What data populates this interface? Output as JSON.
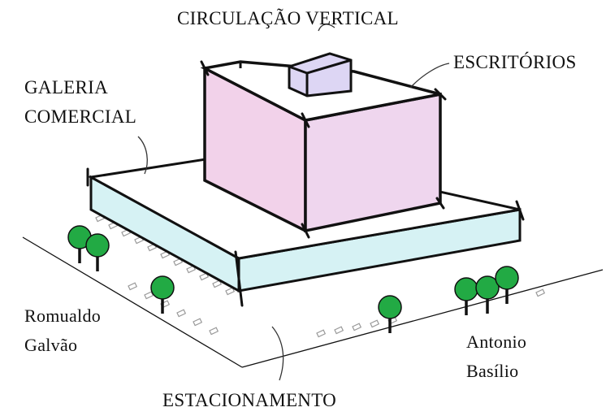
{
  "labels": {
    "circulacao": "CIRCULAÇÃO VERTICAL",
    "escritorios": "ESCRITÓRIOS",
    "galeria_line1": "GALERIA",
    "galeria_line2": "COMERCIAL",
    "estacionamento": "ESTACIONAMENTO"
  },
  "streets": {
    "romualdo_line1": "Romualdo",
    "romualdo_line2": "Galvão",
    "antonio_line1": "Antonio",
    "antonio_line2": "Basílio"
  },
  "colors": {
    "outline": "#111111",
    "tower_fill": "#f2d2ea",
    "tower_side_fill": "#efd6ee",
    "core_fill": "#ddd6f4",
    "podium_edge_fill": "#d6f2f4",
    "tree_fill": "#22aa44",
    "parking_mark": "#9a9a9a"
  },
  "icons": {
    "tree": "tree-icon",
    "leader": "curved-arrow-icon"
  }
}
